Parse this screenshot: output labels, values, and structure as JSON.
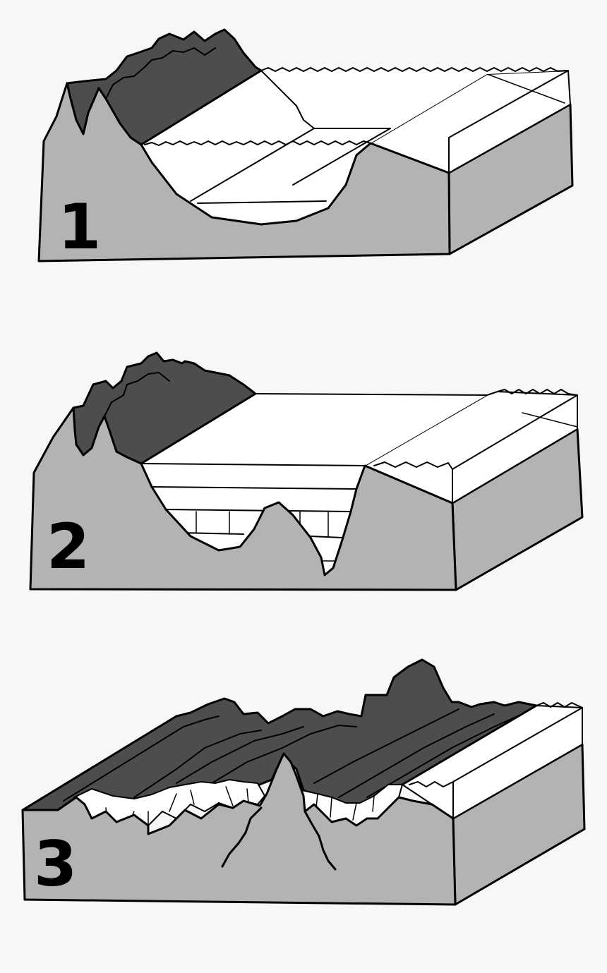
{
  "figure": {
    "steps": [
      {
        "number": "1"
      },
      {
        "number": "2"
      },
      {
        "number": "3"
      }
    ]
  },
  "colors": {
    "background": "#f7f7f7",
    "rock_side": "#b3b3b3",
    "mountain": "#4d4d4d",
    "ice": "#ffffff",
    "outline": "#000000"
  }
}
